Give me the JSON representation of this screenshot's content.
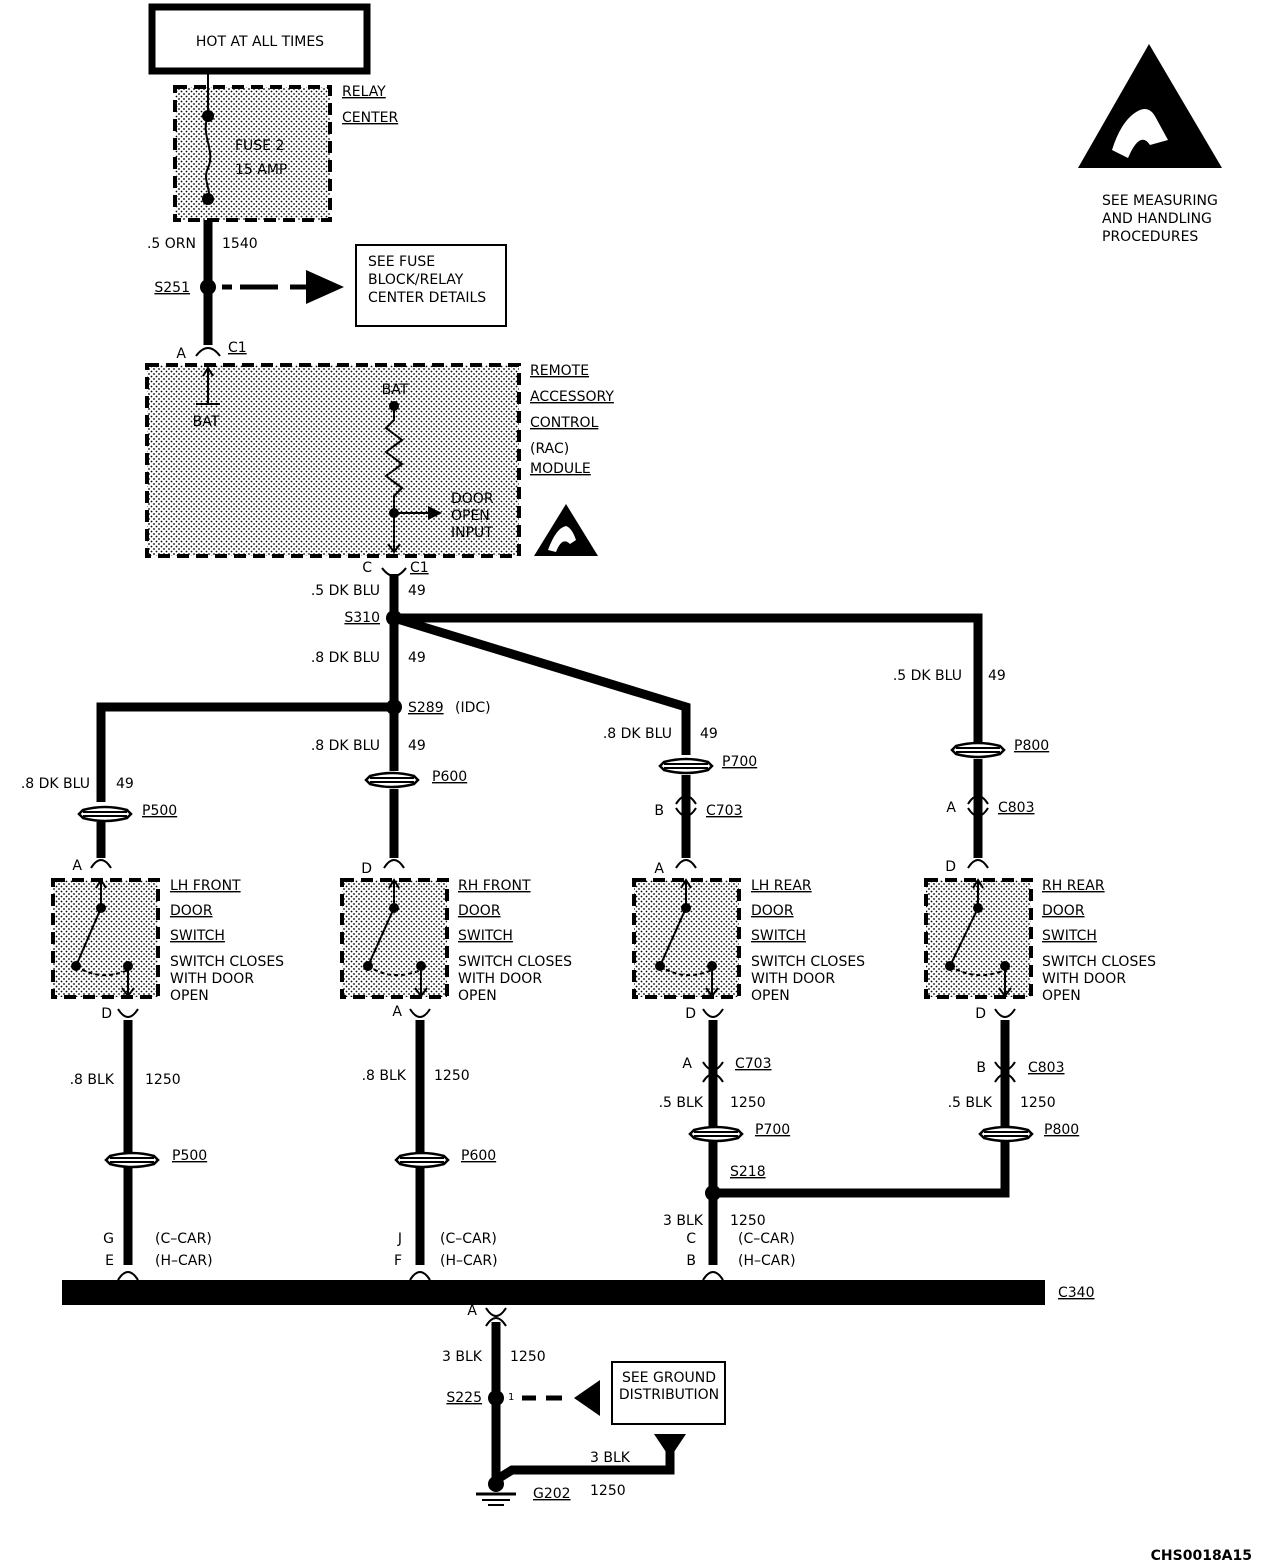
{
  "power": {
    "hot_label": "HOT AT ALL TIMES"
  },
  "relay_center": {
    "name_line1": "RELAY",
    "name_line2": "CENTER",
    "fuse_line1": "FUSE 2",
    "fuse_line2": "15 AMP"
  },
  "esd_notice": {
    "line1": "SEE MEASURING",
    "line2": "AND HANDLING",
    "line3": "PROCEDURES"
  },
  "fuse_wire": {
    "size_color": ".5 ORN",
    "circuit": "1540"
  },
  "s251": {
    "label": "S251"
  },
  "fuse_ref": {
    "line1": "SEE FUSE",
    "line2": "BLOCK/RELAY",
    "line3": "CENTER DETAILS"
  },
  "rac": {
    "pin_top": "A",
    "conn_top": "C1",
    "name_line1": "REMOTE",
    "name_line2": "ACCESSORY",
    "name_line3": "CONTROL",
    "name_line4": "(RAC)",
    "name_line5": "MODULE",
    "bat_left": "BAT",
    "bat_right": "BAT",
    "input_line1": "DOOR",
    "input_line2": "OPEN",
    "input_line3": "INPUT",
    "pin_bottom": "C",
    "conn_bottom": "C1"
  },
  "rac_out_wire": {
    "size_color": ".5 DK BLU",
    "circuit": "49"
  },
  "s310": {
    "label": "S310"
  },
  "trunk_wire": {
    "size_color": ".8 DK BLU",
    "circuit": "49"
  },
  "s289": {
    "label": "S289",
    "note": "(IDC)"
  },
  "branches": {
    "lh_front": {
      "wire_top": ".8 DK BLU",
      "circuit_top": "49",
      "pass_top": "P500",
      "pin_in": "A",
      "name1": "LH FRONT",
      "name2": "DOOR",
      "name3": "SWITCH",
      "note1": "SWITCH CLOSES",
      "note2": "WITH DOOR",
      "note3": "OPEN",
      "pin_out": "D",
      "wire_bot": ".8 BLK",
      "circuit_bot": "1250",
      "pass_bot": "P500",
      "pin_c": "G",
      "pin_h": "E",
      "c_car": "(C–CAR)",
      "h_car": "(H–CAR)"
    },
    "rh_front": {
      "wire_top": ".8 DK BLU",
      "circuit_top": "49",
      "pass_top": "P600",
      "pin_in": "D",
      "name1": "RH FRONT",
      "name2": "DOOR",
      "name3": "SWITCH",
      "note1": "SWITCH CLOSES",
      "note2": "WITH DOOR",
      "note3": "OPEN",
      "pin_out": "A",
      "wire_bot": ".8 BLK",
      "circuit_bot": "1250",
      "pass_bot": "P600",
      "pin_c": "J",
      "pin_h": "F",
      "c_car": "(C–CAR)",
      "h_car": "(H–CAR)"
    },
    "lh_rear": {
      "wire_top": ".8 DK BLU",
      "circuit_top": "49",
      "pass_top": "P700",
      "conn_pin_top": "B",
      "conn_top": "C703",
      "pin_in": "A",
      "name1": "LH REAR",
      "name2": "DOOR",
      "name3": "SWITCH",
      "note1": "SWITCH CLOSES",
      "note2": "WITH DOOR",
      "note3": "OPEN",
      "pin_out": "D",
      "conn_pin_bot": "A",
      "conn_bot": "C703",
      "wire_bot": ".5 BLK",
      "circuit_bot": "1250",
      "pass_bot": "P700"
    },
    "rh_rear": {
      "wire_top": ".5 DK BLU",
      "circuit_top": "49",
      "pass_top": "P800",
      "conn_pin_top": "A",
      "conn_top": "C803",
      "pin_in": "D",
      "name1": "RH REAR",
      "name2": "DOOR",
      "name3": "SWITCH",
      "note1": "SWITCH CLOSES",
      "note2": "WITH DOOR",
      "note3": "OPEN",
      "pin_out": "D",
      "conn_pin_bot": "B",
      "conn_bot": "C803",
      "wire_bot": ".5 BLK",
      "circuit_bot": "1250",
      "pass_bot": "P800"
    }
  },
  "s218": {
    "label": "S218",
    "wire": "3 BLK",
    "circuit": "1250",
    "pin_c": "C",
    "pin_h": "B",
    "c_car": "(C–CAR)",
    "h_car": "(H–CAR)"
  },
  "c340": {
    "label": "C340",
    "pin": "A"
  },
  "ground_wire": {
    "size_color": "3 BLK",
    "circuit": "1250"
  },
  "s225": {
    "label": "S225",
    "pin": "1"
  },
  "ground_ref": {
    "line1": "SEE GROUND",
    "line2": "DISTRIBUTION"
  },
  "g202": {
    "label": "G202",
    "wire": "3 BLK",
    "circuit": "1250"
  },
  "footer": {
    "code": "CHS0018A15"
  }
}
